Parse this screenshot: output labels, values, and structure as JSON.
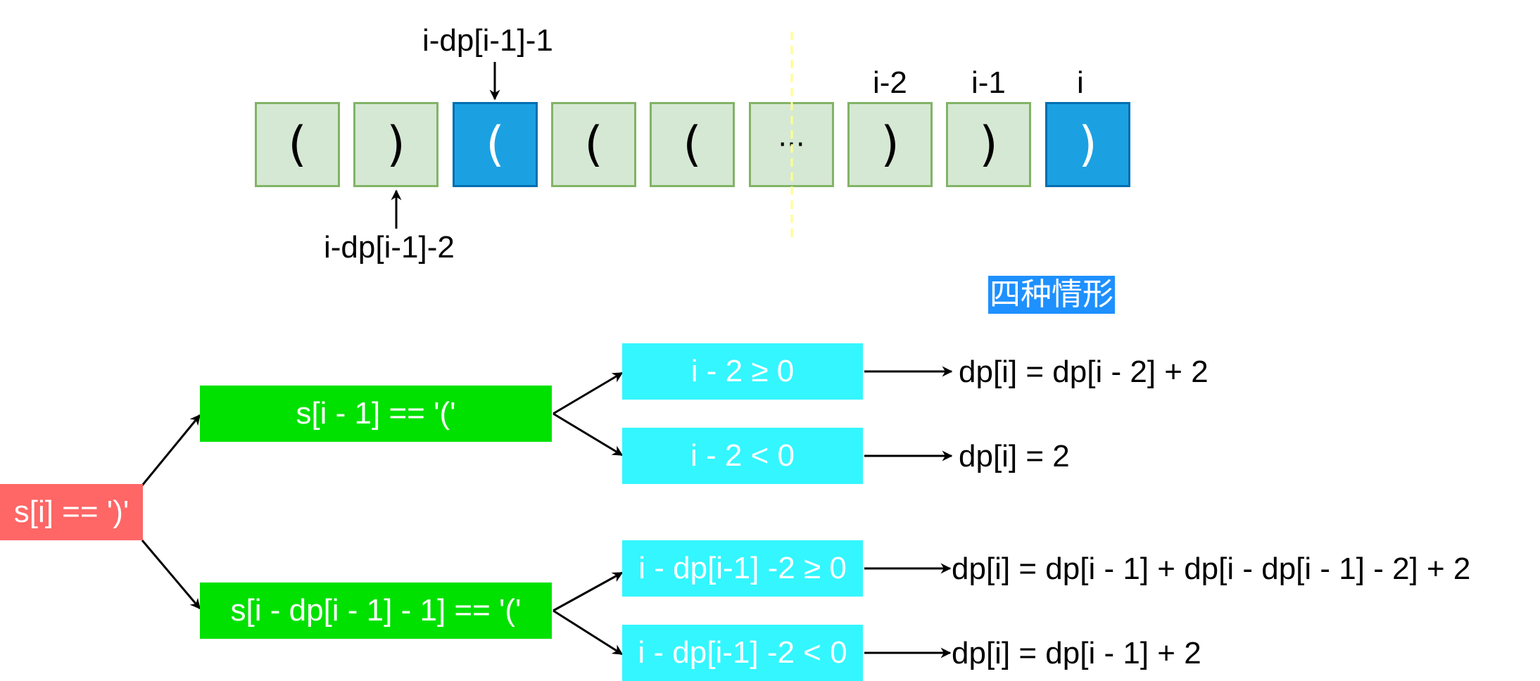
{
  "array": {
    "cells": [
      {
        "char": "(",
        "highlight": false
      },
      {
        "char": ")",
        "highlight": false
      },
      {
        "char": "(",
        "highlight": true
      },
      {
        "char": "(",
        "highlight": false
      },
      {
        "char": "(",
        "highlight": false
      },
      {
        "char": "···",
        "highlight": false
      },
      {
        "char": ")",
        "highlight": false
      },
      {
        "char": ")",
        "highlight": false
      },
      {
        "char": ")",
        "highlight": true
      }
    ],
    "labels": {
      "top_pointer": "i-dp[i-1]-1",
      "bottom_pointer": "i-dp[i-1]-2",
      "i_minus_2": "i-2",
      "i_minus_1": "i-1",
      "i": "i"
    }
  },
  "title": "四种情形",
  "tree": {
    "root": "s[i] == ')'",
    "branch_top": "s[i - 1] == '('",
    "branch_bottom": "s[i - dp[i - 1] - 1] == '('",
    "conditions": [
      "i - 2 ≥ 0",
      "i - 2 < 0",
      "i - dp[i-1] -2 ≥ 0",
      "i - dp[i-1] -2 < 0"
    ],
    "results": [
      "dp[i] = dp[i - 2] + 2",
      "dp[i] = 2",
      "dp[i] = dp[i - 1] + dp[i - dp[i - 1] - 2] + 2",
      "dp[i] = dp[i - 1] + 2"
    ]
  },
  "colors": {
    "cell_fill": "#d5e8d4",
    "cell_border": "#82b366",
    "highlight_fill": "#1ba1e2",
    "root_fill": "#ff6666",
    "branch_fill": "#00e100",
    "condition_fill": "#33f6ff",
    "title_fill": "#1e90ff",
    "divider": "#ffff88"
  }
}
